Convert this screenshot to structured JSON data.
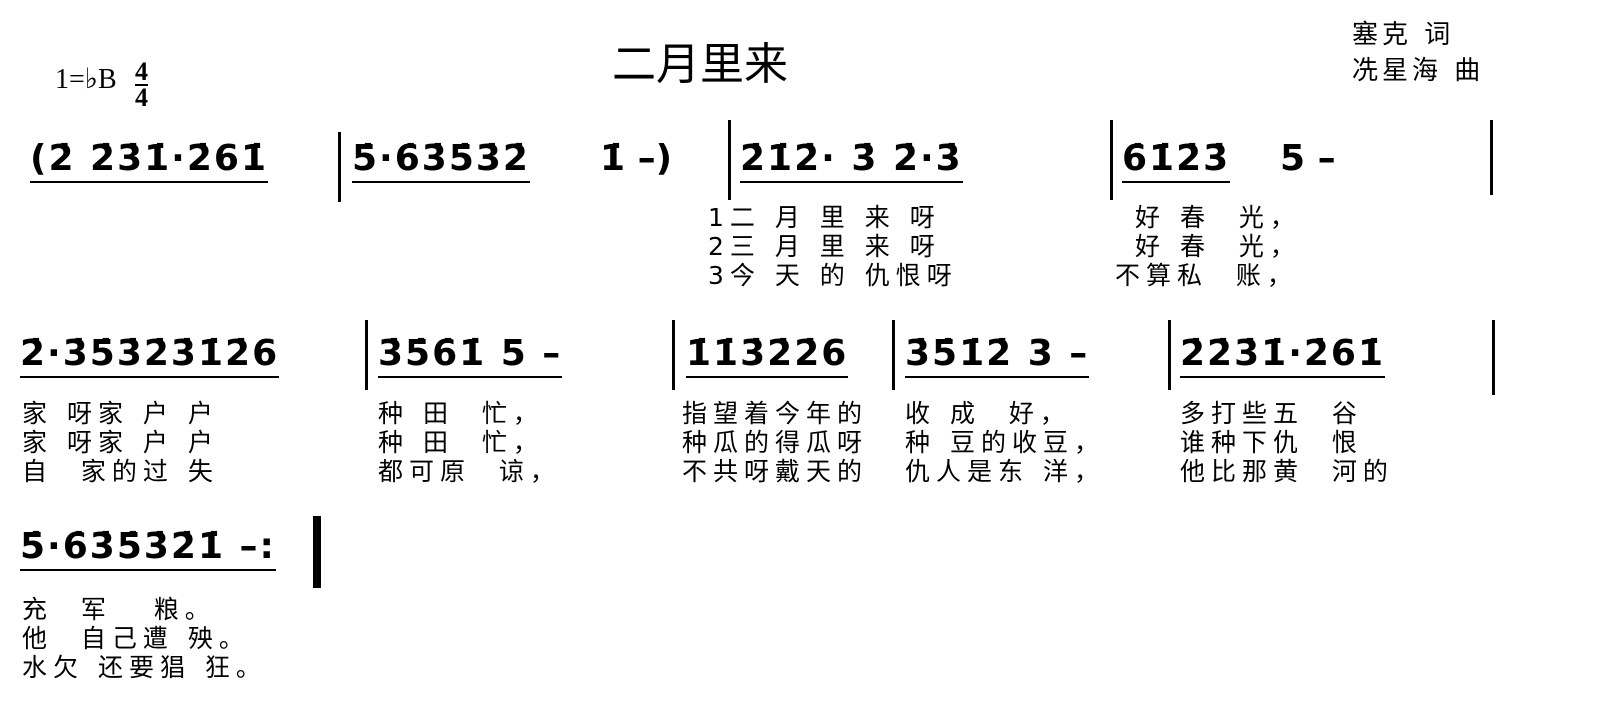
{
  "title": "二月里来",
  "lyricist": "塞克 词",
  "composer": "冼星海 曲",
  "key": "1=♭B",
  "time_signature": {
    "top": "4",
    "bottom": "4"
  },
  "rows": [
    {
      "measures": [
        "(2̇ 2̇3̇1̇·2̇61̇",
        "5̇·6̇3̇5̇3̇2̇",
        "1̇ –)",
        "2̇1̇2̇· 3̇ 2̇·3̇",
        "6̇1̇2̇3̇",
        "5 –"
      ],
      "lyrics": [
        {
          "a": "1二 月 里 来 呀",
          "b": "好 春  光，"
        },
        {
          "a": "2三 月 里 来 呀",
          "b": "好 春  光，"
        },
        {
          "a": "3今 天 的 仇恨呀",
          "b": "不算私  账，"
        }
      ]
    },
    {
      "measures": [
        "2̇·3̇5̇3̇2̇3̇1̇2̇6",
        "3̇5̇6̇1̇ 5 –",
        "1̇1̇3̇2̇2̇6",
        "3̇5̇1̇2̇ 3 –",
        "2̇2̇3̇1̇·2̇61̇"
      ],
      "lyrics": [
        [
          "家 呀家 户 户",
          "种 田  忙，",
          "指望着今年的",
          "收 成  好，",
          "多打些五  谷"
        ],
        [
          "家 呀家 户 户",
          "种 田  忙，",
          "种瓜的得瓜呀",
          "种 豆的收豆，",
          "谁种下仇  恨"
        ],
        [
          "自  家的过 失",
          "都可原  谅，",
          "不共呀戴天的",
          "仇人是东 洋，",
          "他比那黄  河的"
        ]
      ]
    },
    {
      "measures": [
        "5̇·6̇3̇5̇3̇2̇1̇ –:"
      ],
      "lyrics": [
        "充  军   粮。",
        "他  自己遭 殃。",
        "水欠 还要猖 狂。"
      ]
    }
  ]
}
